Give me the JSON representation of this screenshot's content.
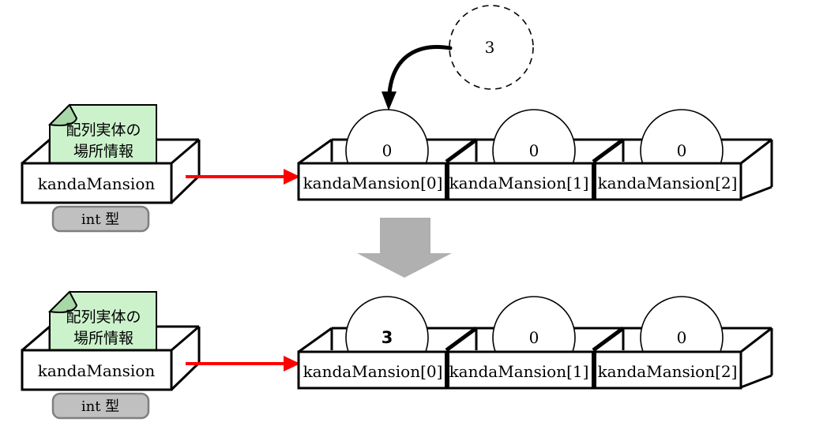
{
  "colors": {
    "note_fill": "#ccf2cc",
    "note_fold": "#a8d8a8",
    "badge_fill": "#c0c0c0",
    "badge_border": "#7f7f7f",
    "reference_red": "#ff0000",
    "transition_gray": "#b0b0b0",
    "line_black": "#000000"
  },
  "value_bubble": {
    "value": "3"
  },
  "rows": [
    {
      "state": "before",
      "variable_box": {
        "label": "kandaMansion",
        "note_line1": "配列実体の",
        "note_line2": "場所情報",
        "type_badge": "int 型"
      },
      "slots": [
        {
          "label": "kandaMansion[0]",
          "value": "0"
        },
        {
          "label": "kandaMansion[1]",
          "value": "0"
        },
        {
          "label": "kandaMansion[2]",
          "value": "0"
        }
      ]
    },
    {
      "state": "after",
      "variable_box": {
        "label": "kandaMansion",
        "note_line1": "配列実体の",
        "note_line2": "場所情報",
        "type_badge": "int 型"
      },
      "slots": [
        {
          "label": "kandaMansion[0]",
          "value": "3"
        },
        {
          "label": "kandaMansion[1]",
          "value": "0"
        },
        {
          "label": "kandaMansion[2]",
          "value": "0"
        }
      ]
    }
  ]
}
